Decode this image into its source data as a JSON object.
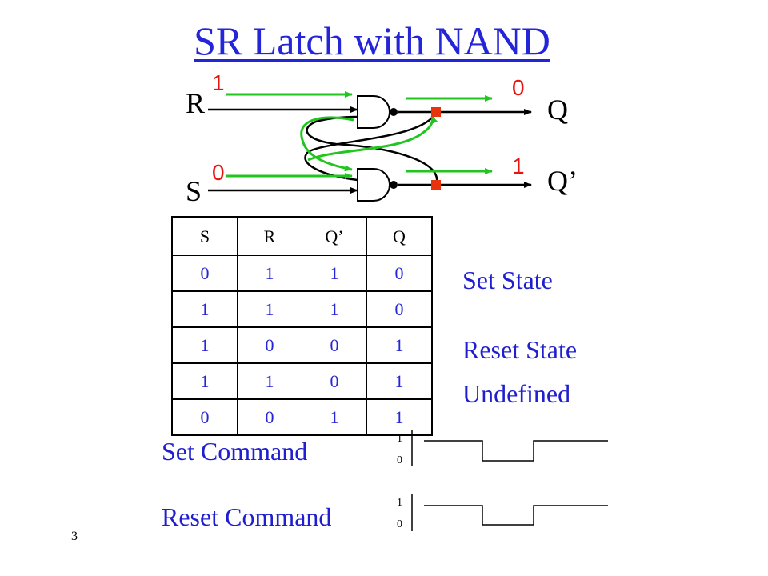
{
  "title": "SR Latch with NAND",
  "labels": {
    "r": "R",
    "s": "S",
    "q": "Q",
    "q_bar": "Q’"
  },
  "bits": {
    "r": "1",
    "s": "0",
    "q": "0",
    "q_bar": "1"
  },
  "colors": {
    "title": "#2424d8",
    "bit": "#e8140c",
    "feedback": "#22c420",
    "node": "#e8340c",
    "text_blue": "#1f1fd0"
  },
  "table": {
    "headers": [
      "S",
      "R",
      "Q’",
      "Q"
    ],
    "rows": [
      [
        "0",
        "1",
        "1",
        "0"
      ],
      [
        "1",
        "1",
        "1",
        "0"
      ],
      [
        "1",
        "0",
        "0",
        "1"
      ],
      [
        "1",
        "1",
        "0",
        "1"
      ],
      [
        "0",
        "0",
        "1",
        "1"
      ]
    ]
  },
  "states": {
    "set": "Set State",
    "reset": "Reset State",
    "undefined": "Undefined"
  },
  "commands": {
    "set": "Set Command",
    "reset": "Reset Command"
  },
  "waveform_axis": {
    "high": "1",
    "low": "0"
  },
  "waveforms": {
    "set": {
      "levels": [
        "1",
        "0",
        "1"
      ]
    },
    "reset": {
      "levels": [
        "1",
        "0",
        "1"
      ]
    }
  },
  "page_number": "3"
}
